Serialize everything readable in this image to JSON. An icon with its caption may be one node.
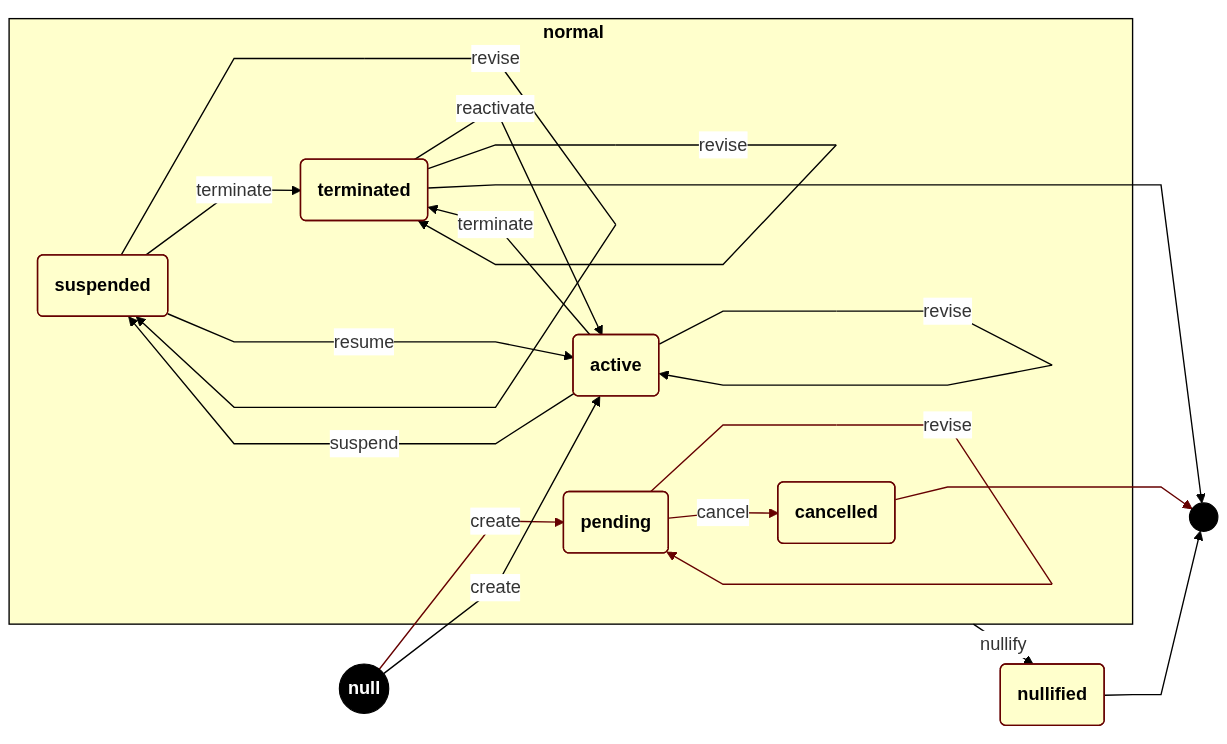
{
  "diagram": {
    "nodes": [
      {
        "text": [
          "normal"
        ]
      },
      {
        "text": [
          "cancelled"
        ],
        "in": 0
      },
      {
        "text": [
          "pending"
        ],
        "in": 0
      },
      {
        "text": [
          "suspended"
        ],
        "in": 0
      },
      {
        "text": [
          "active"
        ],
        "in": 0
      },
      {
        "text": [
          "terminated"
        ],
        "in": 0
      },
      {
        "text": [
          "null"
        ]
      },
      {
        "text": [],
        "shape": "circle"
      },
      {
        "text": [
          "nullified"
        ]
      }
    ],
    "edges": [
      {
        "from": 6,
        "to": 2,
        "label": "create",
        "arrow": "to",
        "color": "#660000"
      },
      {
        "from": 6,
        "to": 4,
        "label": "create",
        "arrow": "to"
      },
      {
        "from": 2,
        "to": 2,
        "label": "revise",
        "arrow": "to",
        "color": "#660000"
      },
      {
        "from": 2,
        "to": 1,
        "label": "cancel",
        "arrow": "to",
        "color": "#660000"
      },
      {
        "from": 1,
        "to": 7,
        "arrow": "to",
        "color": "#660000"
      },
      {
        "from": 3,
        "to": 3,
        "label": "revise",
        "arrow": "to"
      },
      {
        "from": 3,
        "to": 5,
        "label": "terminate",
        "arrow": "to"
      },
      {
        "from": 3,
        "to": 4,
        "label": "resume",
        "arrow": "to"
      },
      {
        "from": 4,
        "to": 4,
        "label": "revise",
        "arrow": "to"
      },
      {
        "from": 4,
        "to": 3,
        "label": "suspend",
        "arrow": "to"
      },
      {
        "from": 4,
        "to": 5,
        "label": "terminate",
        "arrow": "to"
      },
      {
        "from": 5,
        "to": 4,
        "label": "reactivate",
        "arrow": "to"
      },
      {
        "from": 5,
        "to": 5,
        "label": "revise",
        "arrow": "to"
      },
      {
        "from": 5,
        "to": 7,
        "arrow": "to"
      },
      {
        "from": 0,
        "to": 8,
        "label": "nullify",
        "arrow": "to"
      },
      {
        "from": 8,
        "to": 7,
        "arrow": "to"
      }
    ]
  }
}
